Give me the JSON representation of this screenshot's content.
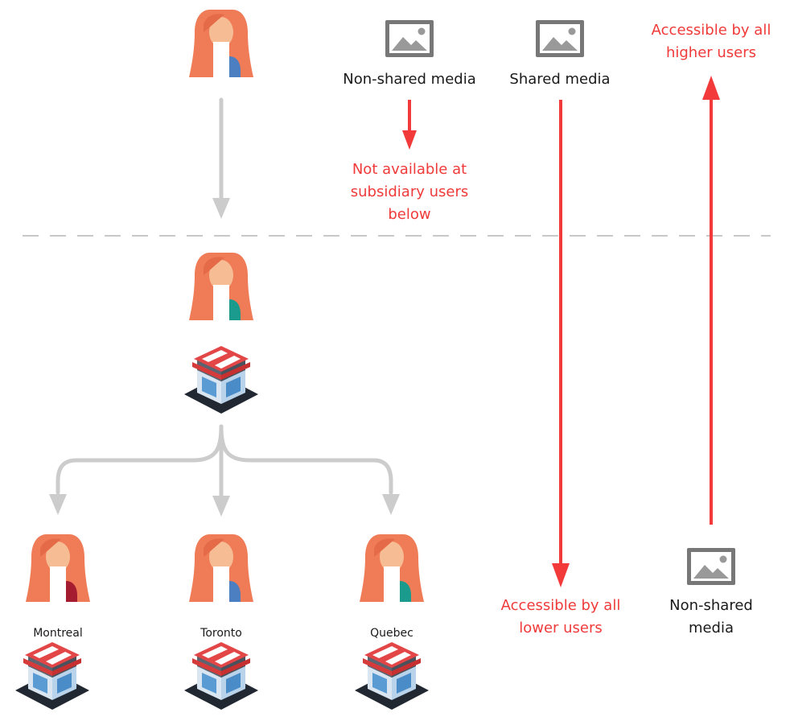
{
  "media": {
    "top_non_shared_label": "Non-shared media",
    "shared_label": "Shared media",
    "bottom_non_shared_lines": [
      "Non-shared",
      "media"
    ]
  },
  "notes": {
    "not_available_lines": [
      "Not available at",
      "subsidiary users",
      "below"
    ],
    "accessible_higher_lines": [
      "Accessible by all",
      "higher users"
    ],
    "accessible_lower_lines": [
      "Accessible by all",
      "lower users"
    ]
  },
  "stores": [
    "Montreal",
    "Toronto",
    "Quebec"
  ],
  "colors": {
    "hair": "#ef7b57",
    "skin": "#f6bd94",
    "blue_jacket": "#4b7fc1",
    "teal_jacket": "#1a9b8d",
    "maroon_jacket": "#a51c30",
    "red_arrow": "#f23a3a",
    "gray_arrow": "#cccccc",
    "dashed_line": "#c8c8c8",
    "media_icon": "#777777"
  }
}
